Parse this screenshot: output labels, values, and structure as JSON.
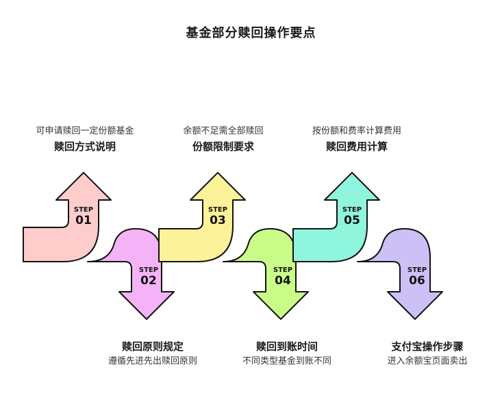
{
  "title": "基金部分赎回操作要点",
  "steps": [
    {
      "step": "STEP",
      "num": "01",
      "head": "赎回方式说明",
      "sub": "可申请赎回一定份额基金",
      "color": "#ffcccc"
    },
    {
      "step": "STEP",
      "num": "02",
      "head": "赎回原则规定",
      "sub": "遵循先进先出赎回原则",
      "color": "#f5b3f7"
    },
    {
      "step": "STEP",
      "num": "03",
      "head": "份额限制要求",
      "sub": "余额不足需全部赎回",
      "color": "#fbf29a"
    },
    {
      "step": "STEP",
      "num": "04",
      "head": "赎回到账时间",
      "sub": "不同类型基金到账不同",
      "color": "#c9fb88"
    },
    {
      "step": "STEP",
      "num": "05",
      "head": "赎回费用计算",
      "sub": "按份额和费率计算费用",
      "color": "#8ff5dc"
    },
    {
      "step": "STEP",
      "num": "06",
      "head": "支付宝操作步骤",
      "sub": "进入余额宝页面卖出",
      "color": "#ccc0f7"
    }
  ]
}
